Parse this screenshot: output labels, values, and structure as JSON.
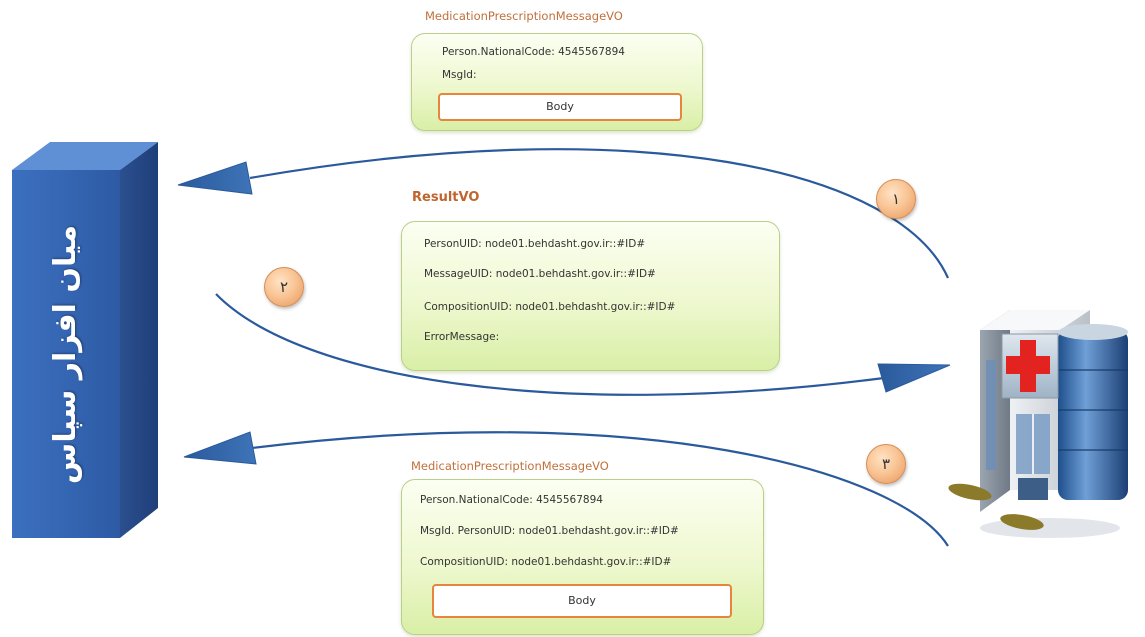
{
  "middleware": {
    "label": "میان افزار سپاس"
  },
  "messages": {
    "top": {
      "title": "MedicationPrescriptionMessageVO",
      "fields": [
        "Person.NationalCode: 4545567894",
        "MsgId:"
      ],
      "body_label": "Body"
    },
    "result": {
      "title": "ResultVO",
      "fields": [
        "PersonUID: node01.behdasht.gov.ir::#ID#",
        "MessageUID: node01.behdasht.gov.ir::#ID#",
        "CompositionUID: node01.behdasht.gov.ir::#ID#",
        "ErrorMessage:"
      ]
    },
    "bottom": {
      "title": "MedicationPrescriptionMessageVO",
      "fields": [
        "Person.NationalCode: 4545567894",
        "MsgId. PersonUID: node01.behdasht.gov.ir::#ID#",
        "CompositionUID: node01.behdasht.gov.ir::#ID#"
      ],
      "body_label": "Body"
    }
  },
  "steps": [
    "۱",
    "۲",
    "۳"
  ],
  "colors": {
    "block": "#2f5fa8",
    "arrow": "#2a5a9c",
    "box_border": "#b9cf8a",
    "box_fill": "#eef8cf",
    "body_border": "#e8843d",
    "title": "#c0703a",
    "badge": "#f9c596"
  },
  "icons": {
    "hospital": "hospital-icon"
  }
}
